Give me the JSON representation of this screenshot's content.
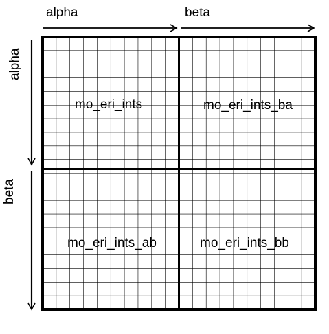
{
  "axes": {
    "top": [
      "alpha",
      "beta"
    ],
    "left": [
      "alpha",
      "beta"
    ]
  },
  "blocks": [
    [
      "mo_eri_ints",
      "mo_eri_ints_ba"
    ],
    [
      "mo_eri_ints_ab",
      "mo_eri_ints_bb"
    ]
  ],
  "grid": {
    "cells_per_block": 10
  },
  "colors": {
    "line": "#000000",
    "grid": "#000000",
    "background": "#ffffff"
  }
}
